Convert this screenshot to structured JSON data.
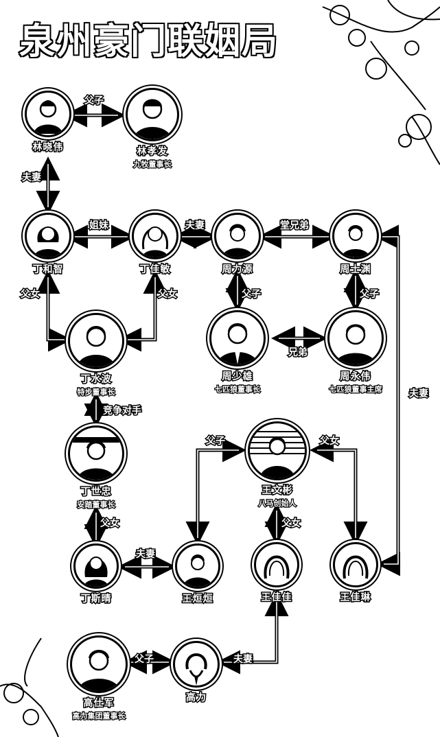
{
  "title": "泉州豪门联姻局",
  "people": {
    "lin_xiaowei": {
      "name": "林晓伟",
      "title": ""
    },
    "lin_xiaofa": {
      "name": "林孝发",
      "title": "九牧董事长"
    },
    "ding_heqing": {
      "name": "丁和智",
      "title": ""
    },
    "ding_jiamin": {
      "name": "丁佳敏",
      "title": ""
    },
    "zhou_liyuan": {
      "name": "周力源",
      "title": ""
    },
    "zhou_shirui": {
      "name": "周士渊",
      "title": ""
    },
    "ding_shuibo": {
      "name": "丁水波",
      "title": "特步董事长"
    },
    "zhou_shaoxiong": {
      "name": "周少雄",
      "title": "七匹狼董事长"
    },
    "zhou_yongwei": {
      "name": "周永伟",
      "title": "七匹狼董事主席"
    },
    "ding_shizhong": {
      "name": "丁世忠",
      "title": "安踏董事长"
    },
    "wang_wenbin": {
      "name": "王文彬",
      "title": "八马创始人"
    },
    "ding_siqi": {
      "name": "丁斯晴",
      "title": ""
    },
    "wang_yuan": {
      "name": "王烜烜",
      "title": ""
    },
    "wang_jiajia": {
      "name": "王佳佳",
      "title": ""
    },
    "wang_jiaxi": {
      "name": "王佳琳",
      "title": ""
    },
    "gao_shijun": {
      "name": "高仕军",
      "title": "高力集团董事长"
    },
    "gao_li": {
      "name": "高力",
      "title": ""
    }
  },
  "relations": {
    "r1": "父子",
    "r2": "夫妻",
    "r3": "姐妹",
    "r4": "夫妻",
    "r5": "堂兄弟",
    "r6": "父女",
    "r7": "父女",
    "r8": "父子",
    "r9": "父子",
    "r10": "兄弟",
    "r11": "竞争对手",
    "r12": "夫妻",
    "r13": "父子",
    "r14": "父女",
    "r15": "父女",
    "r16": "夫妻",
    "r17": "父女",
    "r18": "父子",
    "r19": "夫妻"
  },
  "icons": {
    "portrait": "person-portrait-icon",
    "silhouette_female": "female-silhouette-icon",
    "silhouette_male": "male-silhouette-icon"
  }
}
